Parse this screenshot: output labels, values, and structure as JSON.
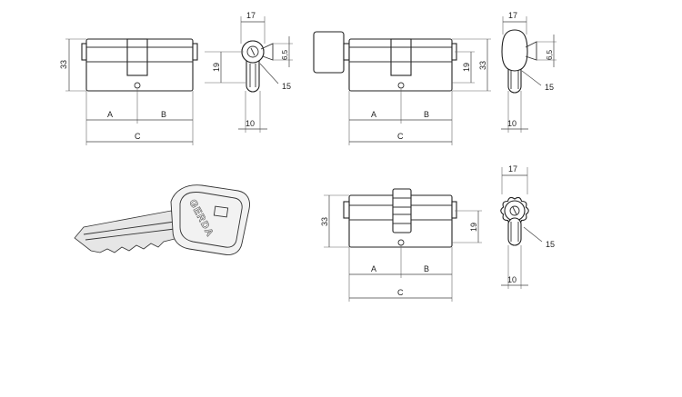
{
  "views": {
    "double_cylinder": {
      "dim_height": "33",
      "dim_a": "A",
      "dim_b": "B",
      "dim_c": "C"
    },
    "double_cylinder_profile": {
      "dim_width": "17",
      "dim_cam": "19",
      "dim_small": "6,5",
      "dim_radius": "15",
      "dim_bottom": "10"
    },
    "thumbturn_cylinder": {
      "dim_height": "33",
      "dim_cam": "19",
      "dim_a": "A",
      "dim_b": "B",
      "dim_c": "C"
    },
    "thumbturn_profile": {
      "dim_width": "17",
      "dim_small": "6,5",
      "dim_radius": "15",
      "dim_bottom": "10"
    },
    "knob_cylinder": {
      "dim_height": "33",
      "dim_cam": "19",
      "dim_a": "A",
      "dim_b": "B",
      "dim_c": "C"
    },
    "knob_profile": {
      "dim_width": "17",
      "dim_radius": "15",
      "dim_bottom": "10"
    }
  },
  "key": {
    "brand": "GERDA"
  }
}
